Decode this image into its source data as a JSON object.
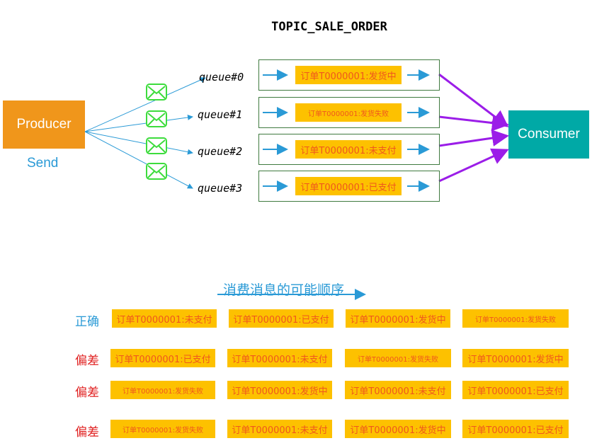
{
  "topic": "TOPIC_SALE_ORDER",
  "producer": {
    "label": "Producer",
    "action": "Send"
  },
  "consumer": {
    "label": "Consumer"
  },
  "queues": [
    {
      "name": "queue#0",
      "message": "订单T0000001:发货中"
    },
    {
      "name": "queue#1",
      "message": "订单T0000001:发货失败"
    },
    {
      "name": "queue#2",
      "message": "订单T0000001:未支付"
    },
    {
      "name": "queue#3",
      "message": "订单T0000001:已支付"
    }
  ],
  "sequence_title": "消费消息的可能顺序",
  "rows": [
    {
      "label": "正确",
      "label_color": "#2a9ad6",
      "cells": [
        "订单T0000001:未支付",
        "订单T0000001:已支付",
        "订单T0000001:发货中",
        "订单T0000001:发货失败"
      ]
    },
    {
      "label": "偏差",
      "label_color": "#e02020",
      "cells": [
        "订单T0000001:已支付",
        "订单T0000001:未支付",
        "订单T0000001:发货失败",
        "订单T0000001:发货中"
      ]
    },
    {
      "label": "偏差",
      "label_color": "#e02020",
      "cells": [
        "订单T0000001:发货失败",
        "订单T0000001:发货中",
        "订单T0000001:未支付",
        "订单T0000001:已支付"
      ]
    },
    {
      "label": "偏差",
      "label_color": "#e02020",
      "cells": [
        "订单T0000001:发货失败",
        "订单T0000001:未支付",
        "订单T0000001:发货中",
        "订单T0000001:已支付"
      ]
    }
  ],
  "colors": {
    "producer": "#f0961b",
    "consumer": "#00a9a6",
    "message": "#fdc100",
    "message_text": "#f0571d",
    "arrow_blue": "#2a9ad6",
    "arrow_purple": "#9b1de8",
    "envelope": "#3ddc3d"
  },
  "icons": {
    "envelope": "envelope-icon"
  }
}
